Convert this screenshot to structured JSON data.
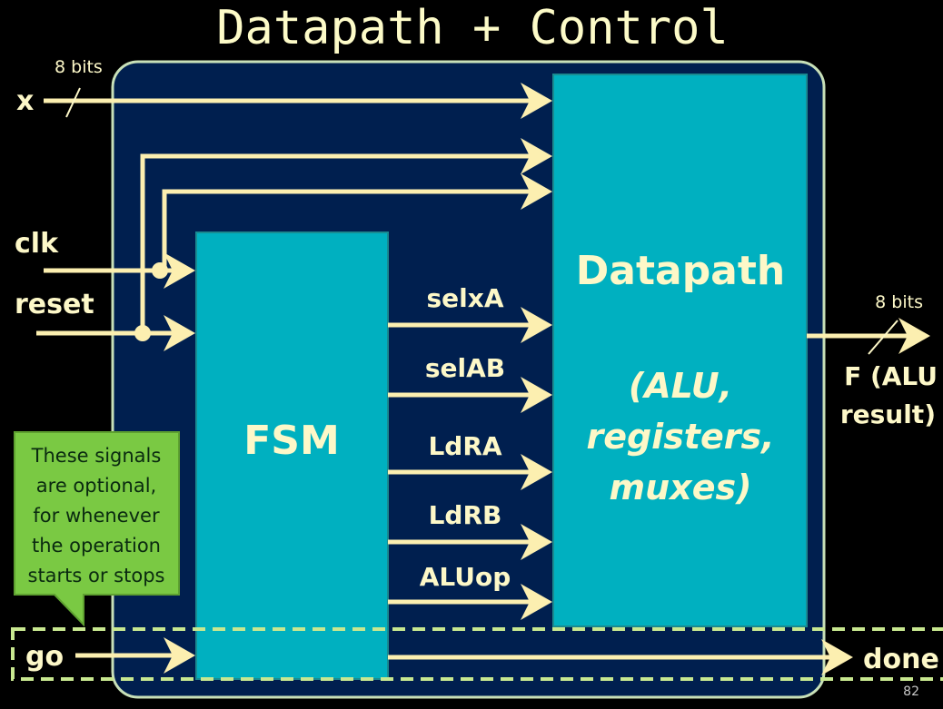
{
  "title": "Datapath + Control",
  "colors": {
    "background": "#000000",
    "panel": "#001f4f",
    "panel_border": "#c8e0b8",
    "block_fill": "#00b0c0",
    "wire": "#fcefb0",
    "text": "#fdf8c8",
    "callout_fill": "#7ac943",
    "dashed_box": "#c8e890"
  },
  "inputs": {
    "x": {
      "label": "x",
      "width_label": "8 bits"
    },
    "clk": {
      "label": "clk"
    },
    "reset": {
      "label": "reset"
    },
    "go": {
      "label": "go"
    }
  },
  "blocks": {
    "fsm": {
      "label": "FSM"
    },
    "datapath": {
      "label": "Datapath",
      "subtitle_lines": [
        "(ALU,",
        "registers,",
        "muxes)"
      ]
    }
  },
  "control_signals": [
    "selxA",
    "selAB",
    "LdRA",
    "LdRB",
    "ALUop"
  ],
  "outputs": {
    "f": {
      "lines": [
        "F  (ALU",
        "result)"
      ],
      "width_label": "8 bits"
    },
    "done": {
      "label": "done"
    }
  },
  "callout": {
    "lines": [
      "These signals",
      "are optional,",
      "for whenever",
      "the operation",
      "starts or stops"
    ]
  },
  "page_number": "82"
}
